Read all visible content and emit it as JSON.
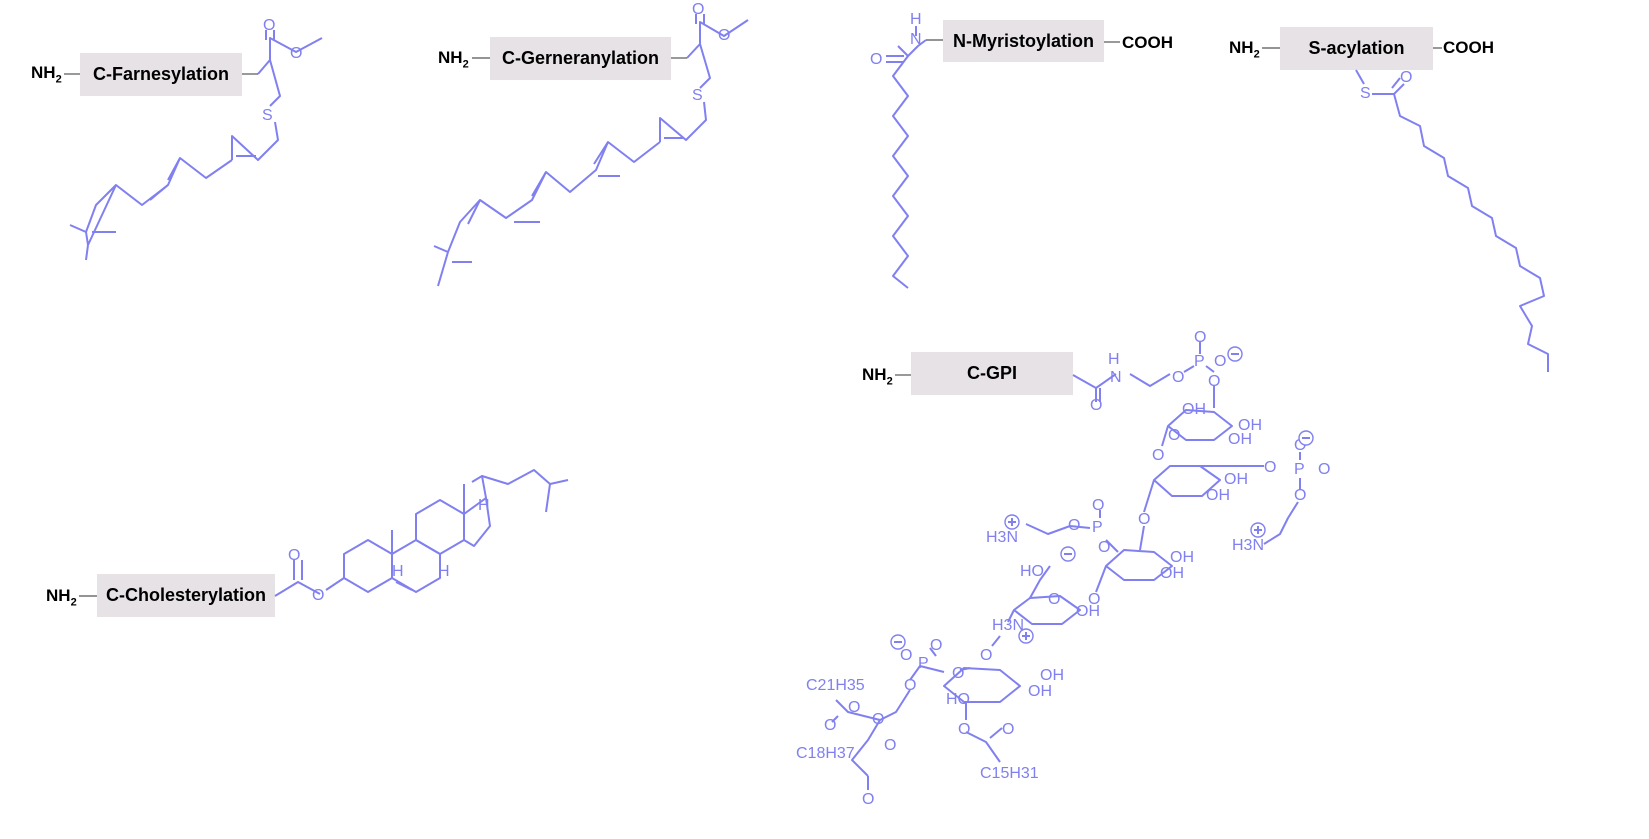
{
  "colors": {
    "molecule": "#8080f0",
    "label_box": "#e6e2e6",
    "text": "#000000"
  },
  "terminals": {
    "nh2": "NH2",
    "cooh": "COOH"
  },
  "labels": {
    "farnesylation": "C-Farnesylation",
    "gerneranylation": "C-Gerneranylation",
    "myristoylation": "N-Myristoylation",
    "s_acylation": "S-acylation",
    "gpi": "C-GPI",
    "cholesterylation": "C-Cholesterylation"
  },
  "atoms": {
    "o": "O",
    "s": "S",
    "h": "H",
    "n": "N",
    "p": "P",
    "oh": "OH",
    "ho": "HO",
    "nh": "NH",
    "h3n": "H3N",
    "c21": "C21H35",
    "c18": "C18H37",
    "c15": "C15H31"
  }
}
